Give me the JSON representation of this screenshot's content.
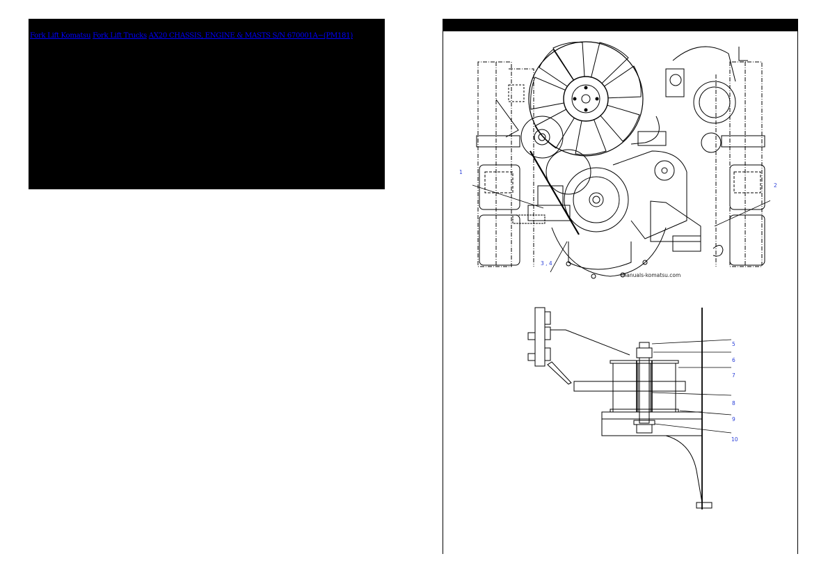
{
  "left_panel": {
    "breadcrumb": [
      {
        "label": "Fork Lift Komatsu"
      },
      {
        "label": "Fork Lift Trucks"
      },
      {
        "label": "AX20 CHASSIS, ENGINE & MASTS S/N 670001A−(PM181)"
      }
    ],
    "link_color": "#0000ff",
    "background_color": "#000000"
  },
  "right_panel": {
    "upper_diagram": {
      "title": "engine-mount-front-view",
      "callouts": [
        "1",
        "2",
        "3 , 4"
      ],
      "watermark": "manuals-komatsu.com"
    },
    "lower_diagram": {
      "title": "engine-mount-detail-section",
      "callouts": [
        "5",
        "6",
        "7",
        "8",
        "9",
        "10"
      ]
    },
    "callout_color": "#2a3fd8"
  }
}
